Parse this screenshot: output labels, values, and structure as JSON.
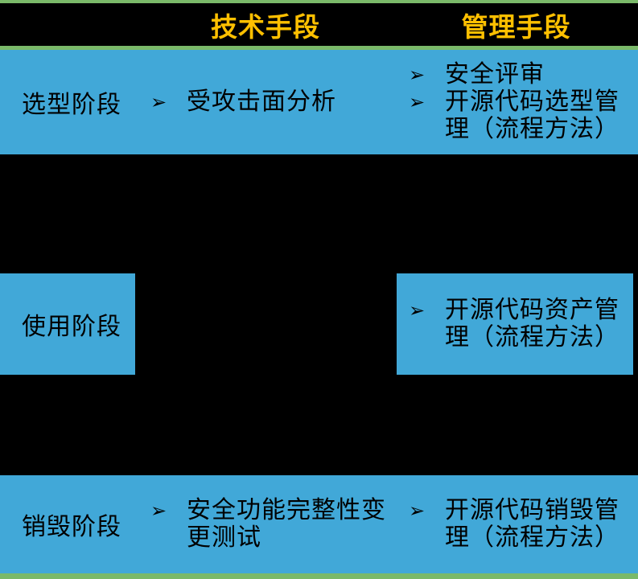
{
  "colors": {
    "blue": "#41A8D8",
    "green": "#7AB969",
    "yellow": "#FFC000",
    "background": "#000000",
    "text": "#000000"
  },
  "bullet_icon": "➢",
  "header": {
    "technical": "技术手段",
    "management": "管理手段"
  },
  "rows": [
    {
      "phase": "选型阶段",
      "technical": {
        "lines": [
          "受攻击面分析"
        ]
      },
      "management": [
        {
          "lines": [
            "安全评审"
          ]
        },
        {
          "lines": [
            "开源代码选型管",
            "理（流程方法）"
          ]
        }
      ]
    },
    {
      "phase": "使用阶段",
      "management": [
        {
          "lines": [
            "开源代码资产管",
            "理（流程方法）"
          ]
        }
      ]
    },
    {
      "phase": "销毁阶段",
      "technical": {
        "lines": [
          "安全功能完整性变",
          "更测试"
        ]
      },
      "management": [
        {
          "lines": [
            "开源代码销毁管",
            "理（流程方法）"
          ]
        }
      ]
    }
  ]
}
